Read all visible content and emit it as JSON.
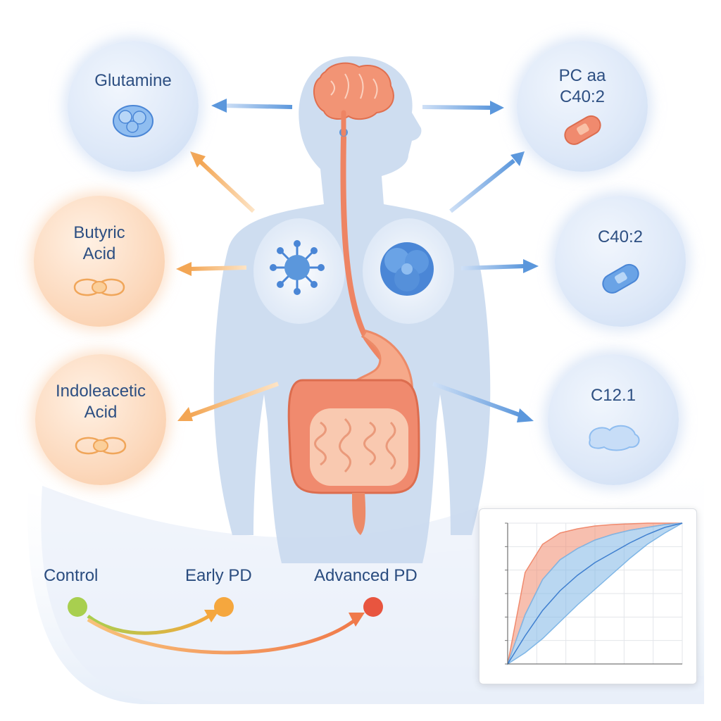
{
  "metabolites": {
    "glutamine": "Glutamine",
    "butyric_acid": "Butyric Acid",
    "indoleacetic_acid": "Indoleacetic Acid",
    "pc_aa": "PC aa C40:2",
    "c40_2": "C40:2",
    "c12_1": "C12.1"
  },
  "stages": {
    "control": "Control",
    "early_pd": "Early PD",
    "advanced_pd": "Advanced PD"
  },
  "colors": {
    "blue_accent": "#4a86d6",
    "orange_accent": "#f0a65a",
    "organ_orange": "#ee8463",
    "control_dot": "#a8cf4f",
    "early_dot": "#f5a73e",
    "advanced_dot": "#e8553f"
  },
  "icons": [
    "brain-icon",
    "virus-icon",
    "protein-icon",
    "stomach-icon",
    "intestine-icon",
    "molecule-icon",
    "capsule-icon"
  ],
  "chart_data": {
    "type": "area",
    "title": "",
    "xlabel": "",
    "ylabel": "",
    "xlim": [
      0,
      1
    ],
    "ylim": [
      0,
      1
    ],
    "grid": true,
    "x": [
      0,
      0.1,
      0.2,
      0.3,
      0.4,
      0.5,
      0.6,
      0.7,
      0.8,
      0.9,
      1.0
    ],
    "series": [
      {
        "color": "#f08a6e",
        "upper": [
          0,
          0.65,
          0.85,
          0.93,
          0.96,
          0.98,
          0.99,
          0.995,
          1,
          1,
          1
        ],
        "lower": [
          0,
          0.35,
          0.6,
          0.74,
          0.82,
          0.88,
          0.92,
          0.95,
          0.97,
          0.99,
          1
        ]
      },
      {
        "color": "#7fb6e6",
        "upper": [
          0,
          0.35,
          0.6,
          0.74,
          0.82,
          0.88,
          0.92,
          0.95,
          0.97,
          0.99,
          1
        ],
        "lower": [
          0,
          0.08,
          0.18,
          0.3,
          0.42,
          0.53,
          0.64,
          0.75,
          0.85,
          0.93,
          1
        ],
        "mid": [
          0,
          0.2,
          0.38,
          0.52,
          0.63,
          0.72,
          0.79,
          0.86,
          0.92,
          0.97,
          1
        ]
      }
    ]
  }
}
